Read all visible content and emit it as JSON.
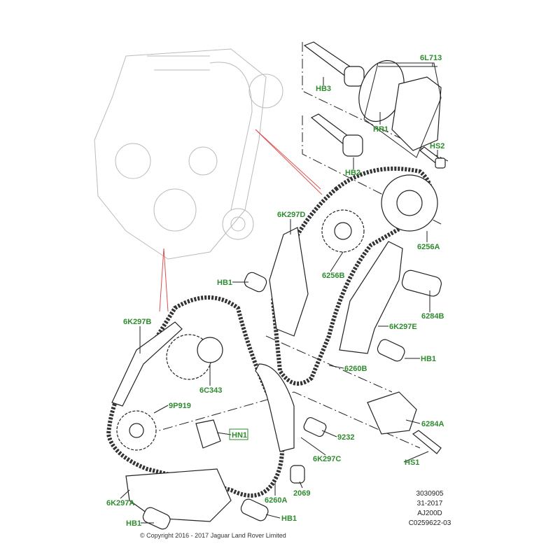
{
  "labels": {
    "l6L713": "6L713",
    "HB3": "HB3",
    "HR1": "HR1",
    "HS2": "HS2",
    "HB2": "HB2",
    "l6K297D": "6K297D",
    "l6256A": "6256A",
    "l6256B": "6256B",
    "HB1_a": "HB1",
    "l6284B": "6284B",
    "l6K297B": "6K297B",
    "l6K297E": "6K297E",
    "HB1_b": "HB1",
    "l6260B": "6260B",
    "l6C343": "6C343",
    "l9P919": "9P919",
    "l6284A": "6284A",
    "HN1": "HN1",
    "l9232": "9232",
    "l6K297C": "6K297C",
    "HS1": "HS1",
    "l2069": "2069",
    "l6K297A": "6K297A",
    "l6260A": "6260A",
    "HB1_c": "HB1",
    "HB1_d": "HB1"
  },
  "reference": {
    "line1": "3030905",
    "line2": "31-2017",
    "line3": "AJ200D",
    "line4": "C0259622-03"
  },
  "copyright": "© Copyright 2016 - 2017 Jaguar Land Rover Limited",
  "colors": {
    "label": "#2e8b2e",
    "callout_line": "#e05050"
  }
}
